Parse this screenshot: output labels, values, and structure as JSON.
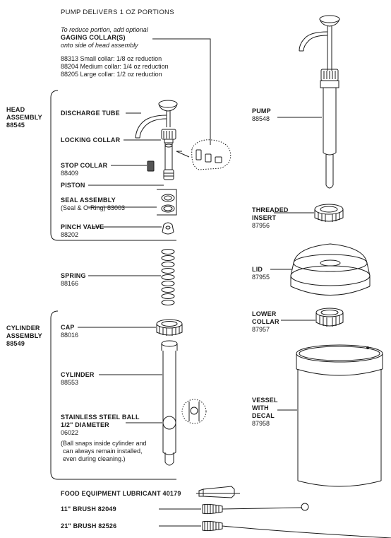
{
  "header": {
    "title": "PUMP DELIVERS 1 OZ PORTIONS",
    "note_line1": "To reduce portion, add optional",
    "note_line2": "GAGING COLLAR(S)",
    "note_line3": "onto side of head assembly",
    "collars": [
      "88313 Small collar: 1/8 oz reduction",
      "88204 Medium collar: 1/4 oz reduction",
      "88205 Large collar: 1/2 oz reduction"
    ]
  },
  "groups": {
    "head": {
      "name": "HEAD",
      "name2": "ASSEMBLY",
      "num": "88545"
    },
    "cylinder": {
      "name": "CYLINDER",
      "name2": "ASSEMBLY",
      "num": "88549"
    }
  },
  "left_parts": {
    "discharge_tube": "DISCHARGE TUBE",
    "locking_collar": "LOCKING COLLAR",
    "stop_collar": "STOP COLLAR",
    "stop_collar_num": "88409",
    "piston": "PISTON",
    "seal_assembly": "SEAL ASSEMBLY",
    "seal_assembly_sub": "(Seal & O-Ring) 83003",
    "pinch_valve": "PINCH VALVE",
    "pinch_valve_num": "88202",
    "spring": "SPRING",
    "spring_num": "88166",
    "cap": "CAP",
    "cap_num": "88016",
    "cylinder": "CYLINDER",
    "cylinder_num": "88553",
    "ball_line1": "STAINLESS STEEL BALL",
    "ball_line2": "1/2\" DIAMETER",
    "ball_num": "06022",
    "ball_note1": "(Ball snaps inside cylinder and",
    "ball_note2": "can always remain installed,",
    "ball_note3": "even during cleaning.)"
  },
  "right_parts": {
    "pump": "PUMP",
    "pump_num": "88548",
    "threaded_1": "THREADED",
    "threaded_2": "INSERT",
    "threaded_num": "87956",
    "lid": "LID",
    "lid_num": "87955",
    "lower_1": "LOWER",
    "lower_2": "COLLAR",
    "lower_num": "87957",
    "vessel_1": "VESSEL",
    "vessel_2": "WITH",
    "vessel_3": "DECAL",
    "vessel_num": "87958"
  },
  "accessories": {
    "lubricant": "FOOD EQUIPMENT LUBRICANT 40179",
    "brush11": "11\" BRUSH 82049",
    "brush21": "21\" BRUSH 82526"
  }
}
